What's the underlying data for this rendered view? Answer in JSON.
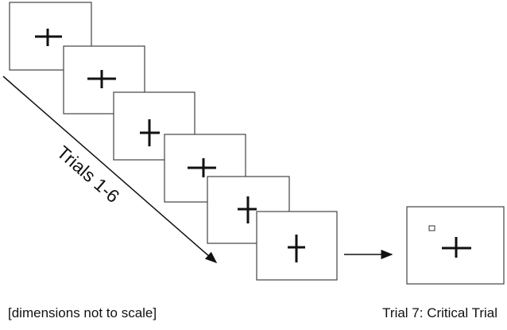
{
  "axis_label": "Trials 1-6",
  "note_scale": "[dimensions not to scale]",
  "critical_label": "Trial 7: Critical Trial",
  "colors": {
    "line": "#111111",
    "panel_border": "#444444"
  }
}
